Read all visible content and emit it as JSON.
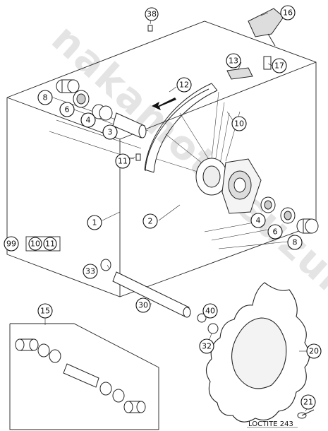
{
  "watermark": "nakamoto-suzuki-ktm.cz",
  "callouts": [
    "38",
    "16",
    "13",
    "17",
    "12",
    "8",
    "6",
    "4",
    "3",
    "10",
    "11",
    "1",
    "2",
    "4",
    "6",
    "8",
    "99",
    "10",
    "11",
    "33",
    "30",
    "15",
    "40",
    "32",
    "20",
    "21"
  ],
  "note": "LOCTITE 243"
}
